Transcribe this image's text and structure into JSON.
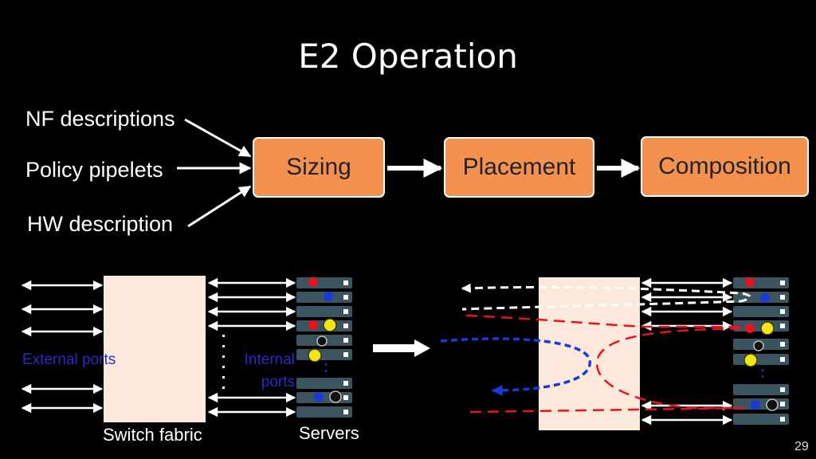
{
  "slide": {
    "title": "E2 Operation",
    "page_number": "29"
  },
  "inputs": {
    "nf_descriptions": "NF descriptions",
    "policy_pipelets": "Policy pipelets",
    "hw_description": "HW description"
  },
  "stages": {
    "sizing": "Sizing",
    "placement": "Placement",
    "composition": "Composition"
  },
  "diagram_left": {
    "external_ports": "External ports",
    "internal_ports": "Internal ports",
    "switch_fabric": "Switch fabric",
    "servers": "Servers"
  },
  "colors": {
    "stage_fill": "#f4914f",
    "fabric_fill": "#fce9dc",
    "server_fill": "#3b5560",
    "port_label": "#2a2ac8",
    "red_dot": "#e8141c",
    "blue_dot": "#1a3ad8",
    "yellow_dot": "#f5e60a",
    "black_dot": "#111111"
  }
}
